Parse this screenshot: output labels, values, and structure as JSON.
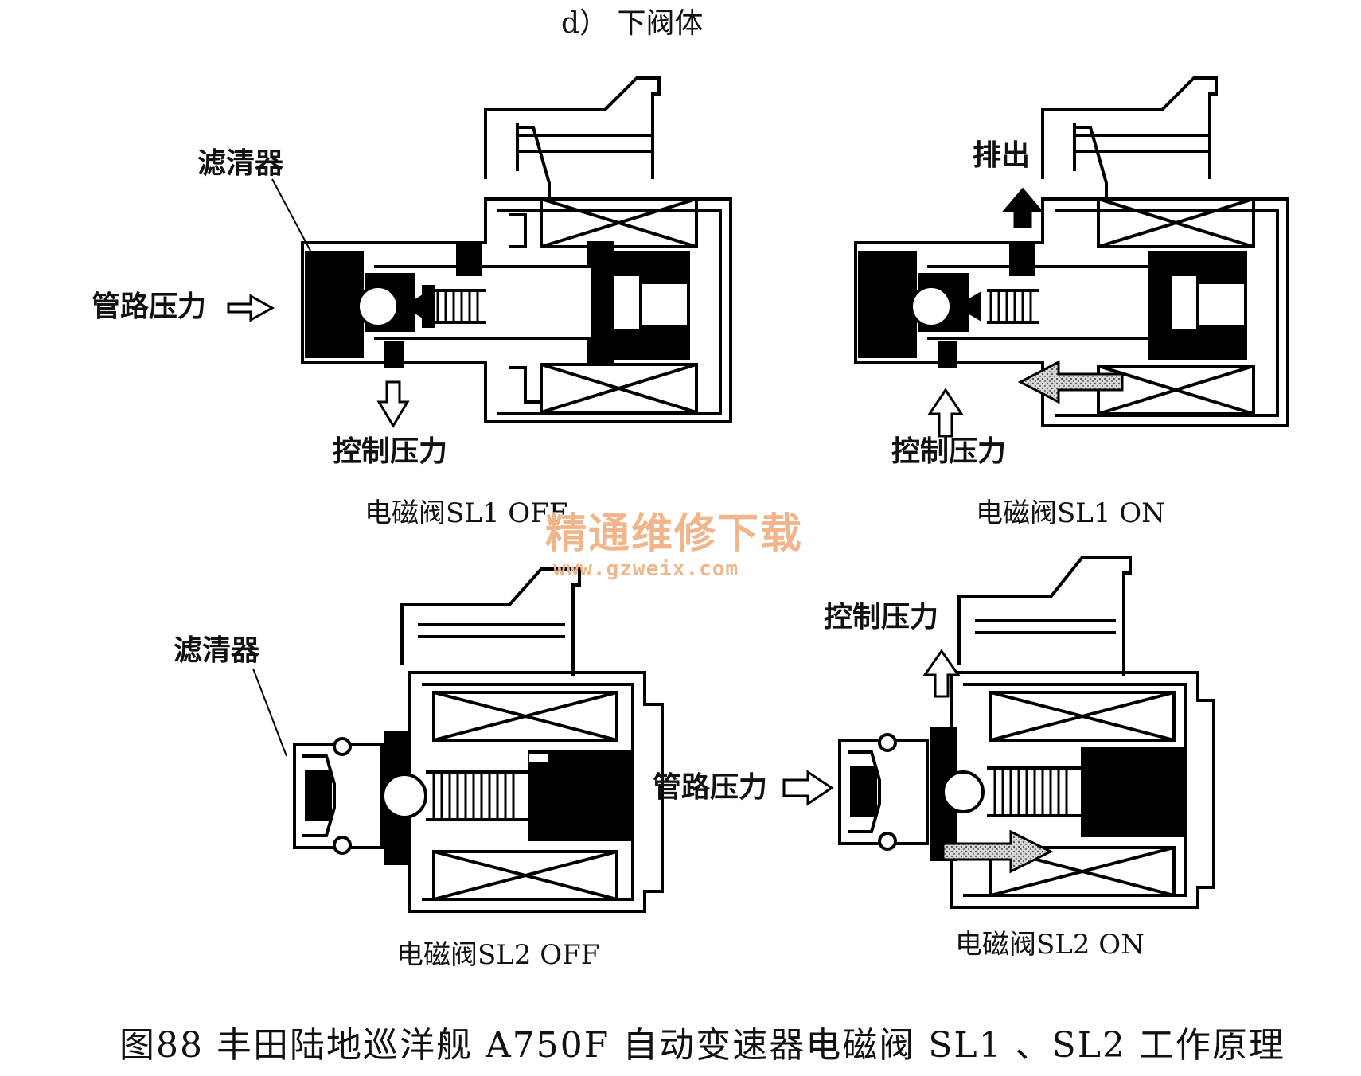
{
  "header": "d） 下阀体",
  "panels": {
    "sl1_off": {
      "filter_label": "滤清器",
      "line_pressure_label": "管路压力",
      "control_pressure_label": "控制压力",
      "caption": "电磁阀SL1  OFF"
    },
    "sl1_on": {
      "drain_label": "排出",
      "control_pressure_label": "控制压力",
      "caption": "电磁阀SL1  ON"
    },
    "sl2_off": {
      "filter_label": "滤清器",
      "caption": "电磁阀SL2  OFF"
    },
    "sl2_on": {
      "control_pressure_label": "控制压力",
      "line_pressure_label": "管路压力",
      "caption": "电磁阀SL2  ON"
    }
  },
  "watermark": {
    "text": "精通维修下载",
    "url": "www.gzweix.com"
  },
  "figure_caption": "图88   丰田陆地巡洋舰 A750F 自动变速器电磁阀 SL1 、SL2 工作原理"
}
